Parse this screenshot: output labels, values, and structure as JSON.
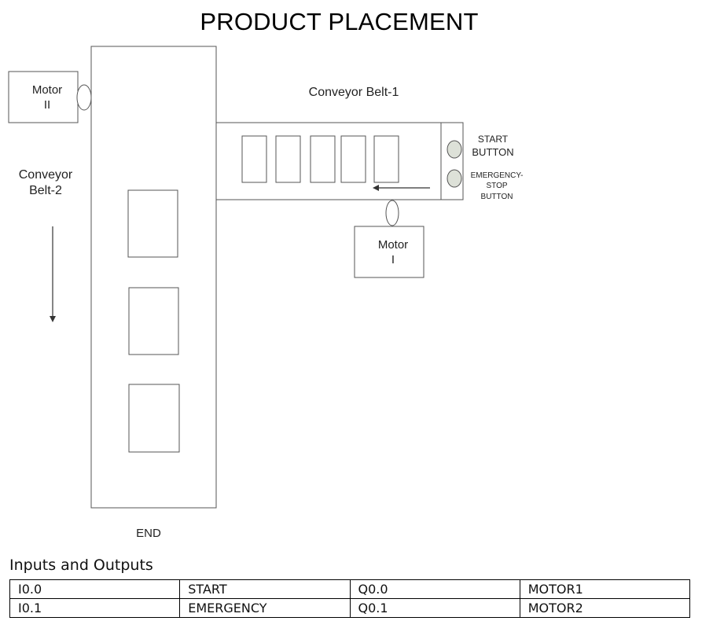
{
  "title": "PRODUCT PLACEMENT",
  "diagram": {
    "conveyor_belt_1": "Conveyor Belt-1",
    "conveyor_belt_2_line1": "Conveyor",
    "conveyor_belt_2_line2": "Belt-2",
    "motor_ii_line1": "Motor",
    "motor_ii_line2": "II",
    "motor_i_line1": "Motor",
    "motor_i_line2": "I",
    "start_button_line1": "START",
    "start_button_line2": "BUTTON",
    "emergency_line1": "EMERGENCY-",
    "emergency_line2": "STOP",
    "emergency_line3": "BUTTON",
    "end_label": "END"
  },
  "io": {
    "caption": "Inputs and Outputs",
    "rows": [
      [
        "I0.0",
        "START",
        "Q0.0",
        "MOTOR1"
      ],
      [
        "I0.1",
        "EMERGENCY",
        "Q0.1",
        "MOTOR2"
      ]
    ]
  }
}
